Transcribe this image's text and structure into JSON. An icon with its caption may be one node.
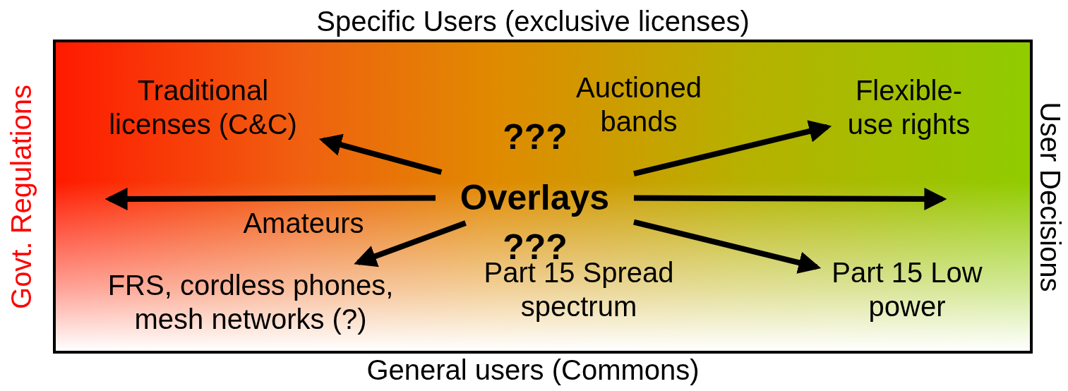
{
  "diagram": {
    "nodes": [
      {
        "text": [
          "Traditional licenses (C&C)"
        ]
      },
      {
        "text": [
          "Flexible-use rights"
        ]
      },
      {
        "text": [
          "Overlays"
        ]
      },
      {
        "text": [
          "FRS, cordless phones, mesh networks (?)"
        ]
      },
      {
        "text": [
          "Part 15 Low power"
        ]
      }
    ],
    "edges": [
      {
        "from": 2,
        "to": 0,
        "arrow": "to"
      },
      {
        "from": 2,
        "to": 1,
        "arrow": "to"
      },
      {
        "from": 2,
        "to": null,
        "arrow": "to"
      },
      {
        "from": 2,
        "to": null,
        "arrow": "to"
      },
      {
        "from": 2,
        "to": 3,
        "arrow": "to"
      },
      {
        "from": 2,
        "to": 4,
        "arrow": "to"
      }
    ],
    "labels": [
      "Specific Users (exclusive licenses)",
      "Govt. Regulations",
      "User Decisions",
      "Auctioned bands",
      "???",
      "Amateurs",
      "???",
      "Part 15 Spread spectrum",
      "General users (Commons)"
    ]
  }
}
